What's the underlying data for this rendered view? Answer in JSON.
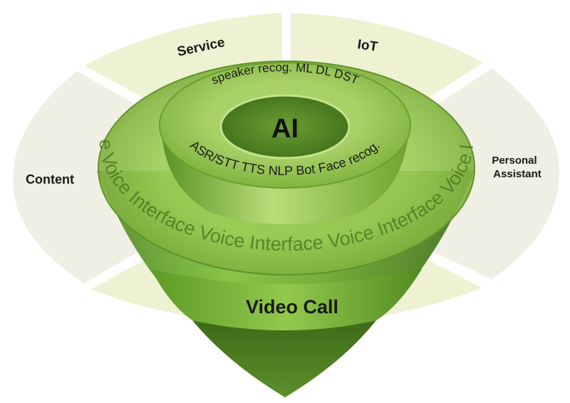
{
  "segments": {
    "service": "Service",
    "iot": "IoT",
    "content": "Content",
    "personal_line1": "Personal",
    "personal_line2": "Assistant"
  },
  "center": {
    "title": "AI"
  },
  "inner_ring": {
    "top_text": "speaker recog. ML DL DST",
    "bottom_text": "ASR/STT TTS NLP Bot Face recog."
  },
  "outer_ring": {
    "text": "Interface Voice Interface Voice Interface Voice Interface Voice Interface"
  },
  "funnel": {
    "label": "Video Call"
  },
  "colors": {
    "segment_fill": "#efefe3",
    "segment_fill_light": "#eef2d2",
    "ring_green": "#86b83b",
    "ring_green_light": "#a9d061",
    "funnel_dark": "#3f6a1a",
    "funnel_mid": "#6aa52b",
    "core_dark": "#4d7d22",
    "text_dark": "#1a1a1a"
  }
}
